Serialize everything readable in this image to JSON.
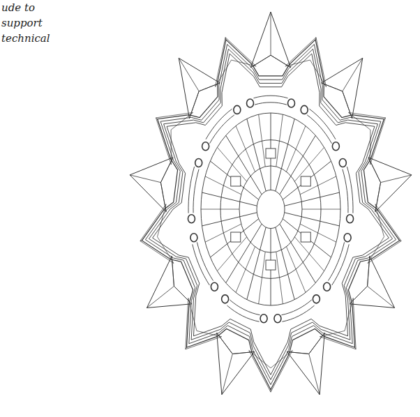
{
  "diagram": {
    "labels": [
      "ude to",
      "support",
      "technical"
    ]
  }
}
